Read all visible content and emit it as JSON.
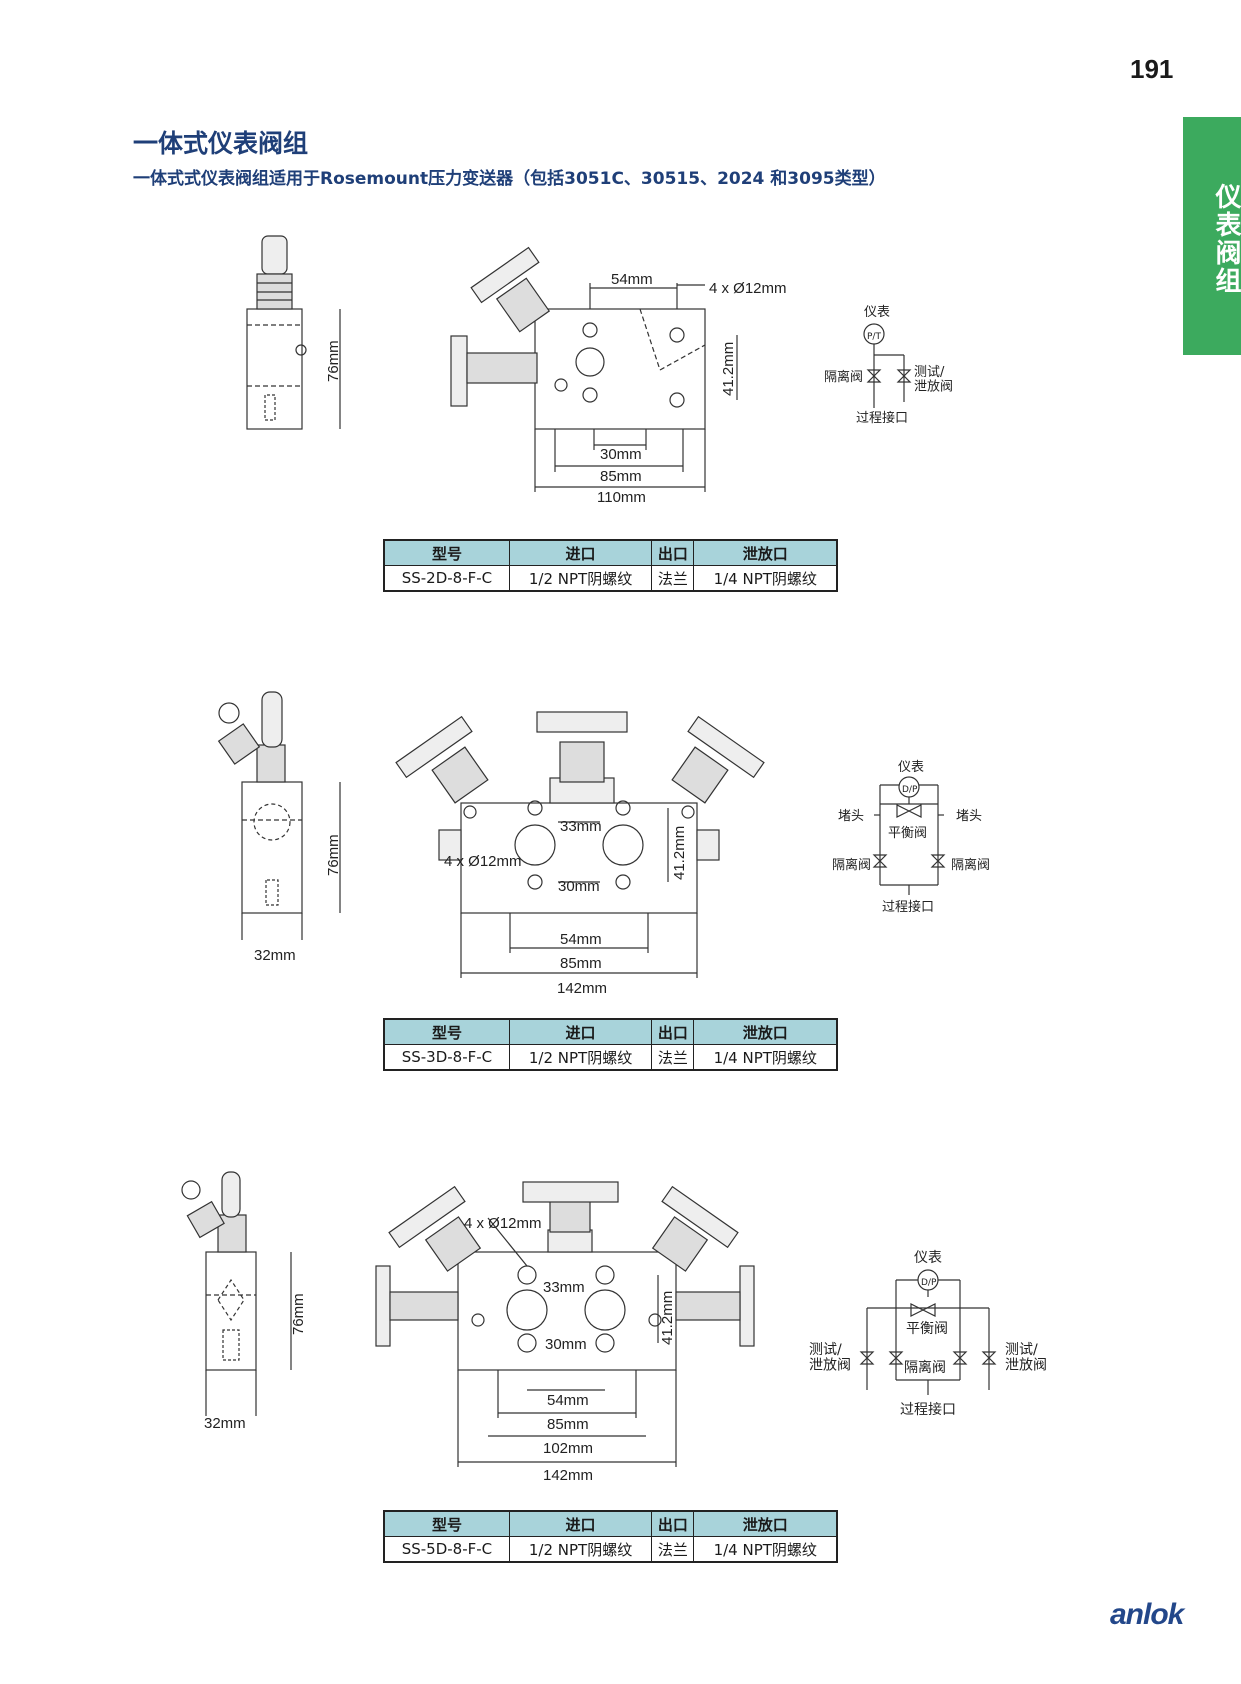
{
  "page_number": "191",
  "side_tab": "仪表阀组",
  "title": "一体式仪表阀组",
  "subtitle": "一体式式仪表阀组适用于Rosemount压力变送器（包括3051C、30515、2024 和3095类型）",
  "logo": "anlok",
  "table_headers": [
    "型号",
    "进口",
    "出口",
    "泄放口"
  ],
  "products": [
    {
      "model": "SS-2D-8-F-C",
      "inlet": "1/2 NPT阴螺纹",
      "outlet": "法兰",
      "drain": "1/4 NPT阴螺纹",
      "dims": {
        "height": "76mm",
        "top": "54mm",
        "holes": "4 x Ø12mm",
        "side": "41.2mm",
        "a": "30mm",
        "b": "85mm",
        "c": "110mm"
      },
      "schematic": {
        "gauge": "仪表",
        "gauge_symbol": "P/T",
        "isolation": "隔离阀",
        "test_vent": "测试/\n泄放阀",
        "process": "过程接口"
      }
    },
    {
      "model": "SS-3D-8-F-C",
      "inlet": "1/2 NPT阴螺纹",
      "outlet": "法兰",
      "drain": "1/4 NPT阴螺纹",
      "dims": {
        "height": "76mm",
        "width": "32mm",
        "top": "33mm",
        "holes": "4 x Ø12mm",
        "side": "41.2mm",
        "a": "30mm",
        "b": "54mm",
        "c": "85mm",
        "d": "142mm"
      },
      "schematic": {
        "gauge": "仪表",
        "gauge_symbol": "D/P",
        "plug": "堵头",
        "equalizer": "平衡阀",
        "isolation": "隔离阀",
        "process": "过程接口"
      }
    },
    {
      "model": "SS-5D-8-F-C",
      "inlet": "1/2 NPT阴螺纹",
      "outlet": "法兰",
      "drain": "1/4 NPT阴螺纹",
      "dims": {
        "height": "76mm",
        "width": "32mm",
        "holes": "4 x Ø12mm",
        "top": "33mm",
        "side": "41.2mm",
        "a": "30mm",
        "b": "54mm",
        "c": "85mm",
        "d": "102mm",
        "e": "142mm"
      },
      "schematic": {
        "gauge": "仪表",
        "gauge_symbol": "D/P",
        "equalizer": "平衡阀",
        "test_vent": "测试/\n泄放阀",
        "isolation": "隔离阀",
        "process": "过程接口"
      }
    }
  ]
}
